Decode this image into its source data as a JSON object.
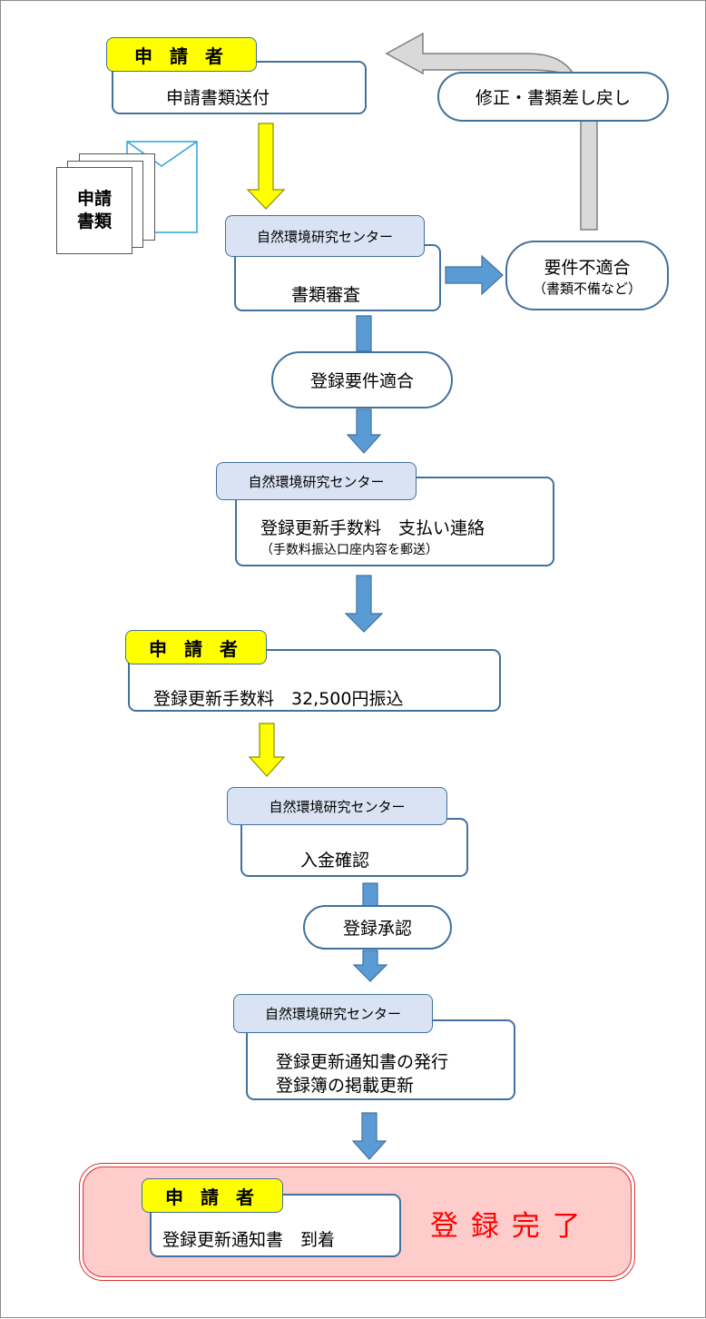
{
  "roles": {
    "applicant": "申 請 者",
    "center": "自然環境研究センター"
  },
  "steps": {
    "submit": "申請書類送付",
    "docs_icon": [
      "申請",
      "書類"
    ],
    "review": "書類審査",
    "non_conform": "要件不適合",
    "non_conform_note": "（書類不備など）",
    "return": "修正・書類差し戻し",
    "conform": "登録要件適合",
    "fee_notice": "登録更新手数料　支払い連絡",
    "fee_notice_note": "（手数料振込口座内容を郵送）",
    "fee_payment": "登録更新手数料　32,500円振込",
    "payment_check": "入金確認",
    "approval": "登録承認",
    "issue_line1": "登録更新通知書の発行",
    "issue_line2": "登録簿の掲載更新",
    "arrival": "登録更新通知書　到着",
    "complete": "登 録 完 了"
  },
  "colors": {
    "applicant_tag": "#ffff00",
    "center_tag": "#dae3f3",
    "box_border": "#41719c",
    "arrow_blue": "#5b9bd5",
    "arrow_yellow": "#ffff00",
    "return_arrow": "#d0d0d0",
    "complete_bg": "#ffcccc",
    "complete_border": "#e03030",
    "complete_text": "#ff0000"
  }
}
